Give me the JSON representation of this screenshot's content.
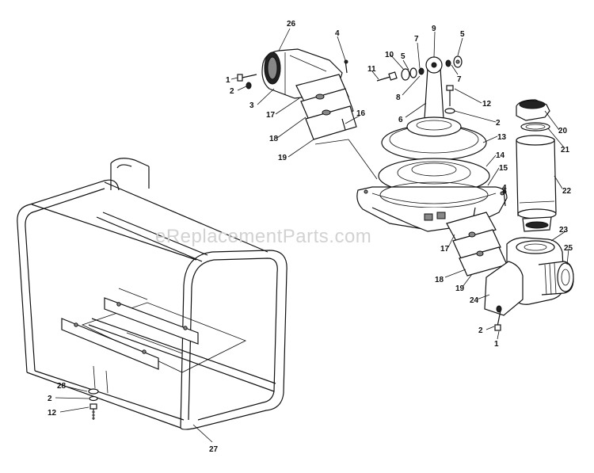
{
  "watermark": "eReplacementParts.com",
  "callouts": [
    {
      "id": "c26",
      "label": "26"
    },
    {
      "id": "c4a",
      "label": "4"
    },
    {
      "id": "c1a",
      "label": "1"
    },
    {
      "id": "c2a",
      "label": "2"
    },
    {
      "id": "c3",
      "label": "3"
    },
    {
      "id": "c17a",
      "label": "17"
    },
    {
      "id": "c16",
      "label": "16"
    },
    {
      "id": "c18a",
      "label": "18"
    },
    {
      "id": "c19a",
      "label": "19"
    },
    {
      "id": "c9",
      "label": "9"
    },
    {
      "id": "c7a",
      "label": "7"
    },
    {
      "id": "c5a",
      "label": "5"
    },
    {
      "id": "c5b",
      "label": "5"
    },
    {
      "id": "c10",
      "label": "10"
    },
    {
      "id": "c11",
      "label": "11"
    },
    {
      "id": "c7b",
      "label": "7"
    },
    {
      "id": "c8",
      "label": "8"
    },
    {
      "id": "c12a",
      "label": "12"
    },
    {
      "id": "c6",
      "label": "6"
    },
    {
      "id": "c2b",
      "label": "2"
    },
    {
      "id": "c13",
      "label": "13"
    },
    {
      "id": "c14",
      "label": "14"
    },
    {
      "id": "c15",
      "label": "15"
    },
    {
      "id": "c20",
      "label": "20"
    },
    {
      "id": "c21",
      "label": "21"
    },
    {
      "id": "c22",
      "label": "22"
    },
    {
      "id": "c4b",
      "label": "4"
    },
    {
      "id": "c23",
      "label": "23"
    },
    {
      "id": "c25",
      "label": "25"
    },
    {
      "id": "c17b",
      "label": "17"
    },
    {
      "id": "c18b",
      "label": "18"
    },
    {
      "id": "c19b",
      "label": "19"
    },
    {
      "id": "c24",
      "label": "24"
    },
    {
      "id": "c2c",
      "label": "2"
    },
    {
      "id": "c1b",
      "label": "1"
    },
    {
      "id": "c28",
      "label": "28"
    },
    {
      "id": "c2d",
      "label": "2"
    },
    {
      "id": "c12b",
      "label": "12"
    },
    {
      "id": "c27",
      "label": "27"
    }
  ]
}
